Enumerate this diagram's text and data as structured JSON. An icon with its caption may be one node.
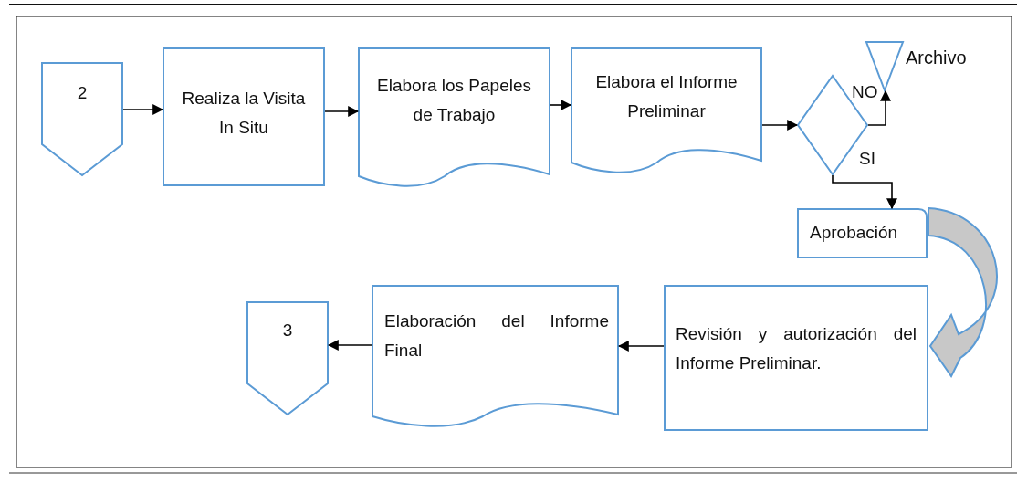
{
  "diagram": {
    "nodes": [
      {
        "text": [
          "2"
        ]
      },
      {
        "text": [
          "Realiza la Visita In Situ"
        ]
      },
      {
        "text": [
          "Elabora los Papeles de Trabajo"
        ]
      },
      {
        "text": [
          "Elabora el Informe Preliminar"
        ]
      },
      {
        "text": [],
        "shape": "diamond"
      },
      {
        "text": [],
        "shape": "triangle",
        "beside": [
          "Archivo"
        ]
      },
      {
        "text": [
          "Aprobación"
        ]
      },
      {
        "text": [
          "Revisión y autorización del Informe Preliminar."
        ]
      },
      {
        "text": [
          "Elaboración del Informe Final"
        ]
      },
      {
        "text": [
          "3"
        ]
      }
    ],
    "edges": [
      {
        "from": 0,
        "to": 1,
        "arrow": "to"
      },
      {
        "from": 1,
        "to": 2,
        "arrow": "to"
      },
      {
        "from": 2,
        "to": 3,
        "arrow": "to"
      },
      {
        "from": 3,
        "to": 4,
        "arrow": "to"
      },
      {
        "from": 4,
        "to": 5,
        "arrow": "to",
        "label": "NO"
      },
      {
        "from": 4,
        "to": 6,
        "arrow": "to",
        "label": "SI"
      },
      {
        "from": 6,
        "to": 7,
        "arrow": "to",
        "style": "thick",
        "color": "#c8c8c8"
      },
      {
        "from": 7,
        "to": 8,
        "arrow": "to"
      },
      {
        "from": 8,
        "to": 9,
        "arrow": "to"
      }
    ]
  }
}
